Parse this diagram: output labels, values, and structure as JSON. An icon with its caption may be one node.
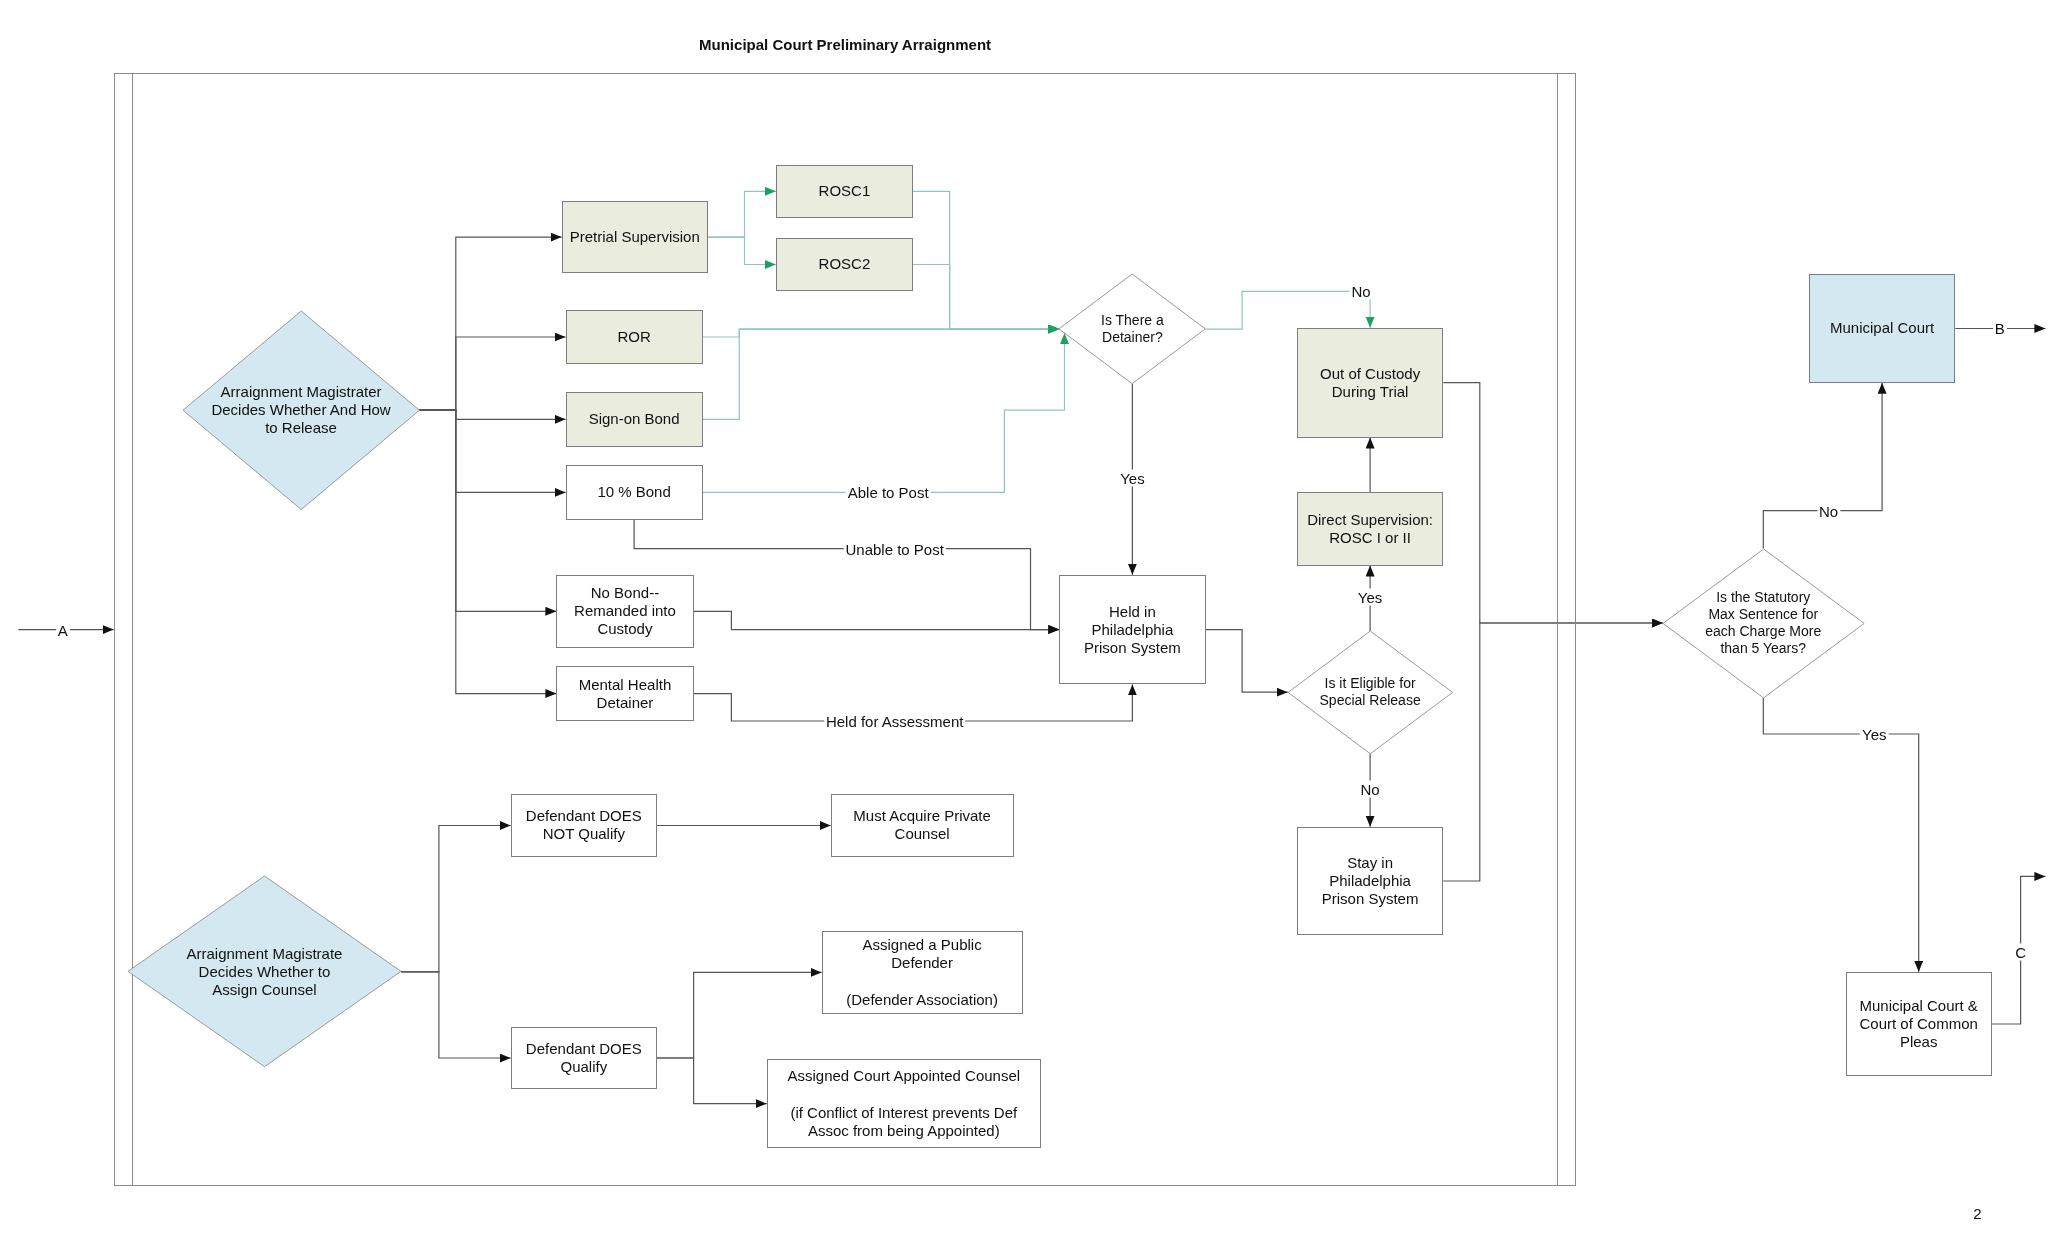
{
  "diagram": {
    "title": "Municipal Court Preliminary Arraignment",
    "nodes": [
      {
        "text": [],
        "shape": "box"
      },
      {
        "text": [
          "Arraignment Magistrater Decides Whether And How to Release"
        ],
        "in": 0
      },
      {
        "text": [
          "Pretrial Supervision"
        ],
        "in": 0
      },
      {
        "text": [
          "ROSC1"
        ],
        "in": 0
      },
      {
        "text": [
          "ROSC2"
        ],
        "in": 0
      },
      {
        "text": [
          "ROR"
        ],
        "in": 0
      },
      {
        "text": [
          "Sign-on Bond"
        ],
        "in": 0
      },
      {
        "text": [
          "10 % Bond"
        ],
        "in": 0
      },
      {
        "text": [
          "No Bond-- Remanded into Custody"
        ],
        "in": 0
      },
      {
        "text": [
          "Mental Health Detainer"
        ],
        "in": 0
      },
      {
        "text": [
          "Is There a Detainer?"
        ],
        "in": 0
      },
      {
        "text": [
          "Held in Philadelphia Prison System"
        ],
        "in": 0
      },
      {
        "text": [
          "Out of Custody During Trial"
        ],
        "in": 0
      },
      {
        "text": [
          "Direct Supervision: ROSC I or II"
        ],
        "in": 0
      },
      {
        "text": [
          "Is it Eligible for Special Release"
        ],
        "in": 0
      },
      {
        "text": [
          "Stay in Philadelphia Prison System"
        ],
        "in": 0
      },
      {
        "text": [
          "Arraignment Magistrate Decides Whether to Assign Counsel"
        ],
        "in": 0
      },
      {
        "text": [
          "Defendant DOES NOT Qualify"
        ],
        "in": 0
      },
      {
        "text": [
          "Must Acquire Private Counsel"
        ],
        "in": 0
      },
      {
        "text": [
          "Defendant DOES Qualify"
        ],
        "in": 0
      },
      {
        "text": [
          "Assigned a Public Defender",
          "(Defender Association)"
        ],
        "in": 0
      },
      {
        "text": [
          "Assigned Court Appointed Counsel",
          "(if Conflict of Interest prevents Def Assoc from being Appointed)"
        ],
        "in": 0
      },
      {
        "text": [
          "Is the Statutory Max Sentence for each Charge More than 5 Years?"
        ]
      },
      {
        "text": [
          "Municipal Court"
        ]
      },
      {
        "text": [
          "Municipal Court & Court of Common Pleas"
        ]
      }
    ],
    "edges": [
      {
        "from": null,
        "to": 0,
        "arrow": "to",
        "label": "A"
      },
      {
        "from": 1,
        "to": 2,
        "arrow": "to"
      },
      {
        "from": 1,
        "to": 5,
        "arrow": "to"
      },
      {
        "from": 1,
        "to": 6,
        "arrow": "to"
      },
      {
        "from": 1,
        "to": 7,
        "arrow": "to"
      },
      {
        "from": 1,
        "to": 8,
        "arrow": "to"
      },
      {
        "from": 1,
        "to": 9,
        "arrow": "to"
      },
      {
        "from": 2,
        "to": 3,
        "arrow": "to",
        "color": "#8cc6c3"
      },
      {
        "from": 2,
        "to": 4,
        "arrow": "to",
        "color": "#8cc6c3"
      },
      {
        "from": 3,
        "to": 10,
        "arrow": "to",
        "color": "#8cc6c3"
      },
      {
        "from": 4,
        "to": 10,
        "arrow": "to",
        "color": "#8cc6c3"
      },
      {
        "from": 5,
        "to": 10,
        "arrow": "to",
        "color": "#8cc6c3"
      },
      {
        "from": 6,
        "to": 10,
        "arrow": "to",
        "color": "#8cc6c3"
      },
      {
        "from": 7,
        "to": 10,
        "arrow": "to",
        "label": "Able to Post",
        "color": "#8cc6c3"
      },
      {
        "from": 7,
        "to": 11,
        "arrow": "to",
        "label": "Unable to Post"
      },
      {
        "from": 8,
        "to": 11,
        "arrow": "to"
      },
      {
        "from": 9,
        "to": 11,
        "arrow": "to",
        "label": "Held for Assessment"
      },
      {
        "from": 10,
        "to": 11,
        "arrow": "to",
        "label": "Yes"
      },
      {
        "from": 10,
        "to": 12,
        "arrow": "to",
        "label": "No",
        "color": "#8cc6c3"
      },
      {
        "from": 11,
        "to": 14,
        "arrow": "to"
      },
      {
        "from": 14,
        "to": 13,
        "arrow": "to",
        "label": "Yes"
      },
      {
        "from": 13,
        "to": 12,
        "arrow": "to"
      },
      {
        "from": 14,
        "to": 15,
        "arrow": "to",
        "label": "No"
      },
      {
        "from": 12,
        "to": 22,
        "arrow": "to"
      },
      {
        "from": 15,
        "to": 22,
        "arrow": "to"
      },
      {
        "from": 22,
        "to": 23,
        "arrow": "to",
        "label": "No"
      },
      {
        "from": 22,
        "to": 24,
        "arrow": "to",
        "label": "Yes"
      },
      {
        "from": 23,
        "to": null,
        "arrow": "to",
        "label": "B"
      },
      {
        "from": 24,
        "to": null,
        "arrow": "to",
        "label": "C"
      },
      {
        "from": 16,
        "to": 17,
        "arrow": "to"
      },
      {
        "from": 16,
        "to": 19,
        "arrow": "to"
      },
      {
        "from": 17,
        "to": 18,
        "arrow": "to"
      },
      {
        "from": 19,
        "to": 20,
        "arrow": "to"
      },
      {
        "from": 19,
        "to": 21,
        "arrow": "to"
      }
    ],
    "labels": [
      "2"
    ]
  }
}
